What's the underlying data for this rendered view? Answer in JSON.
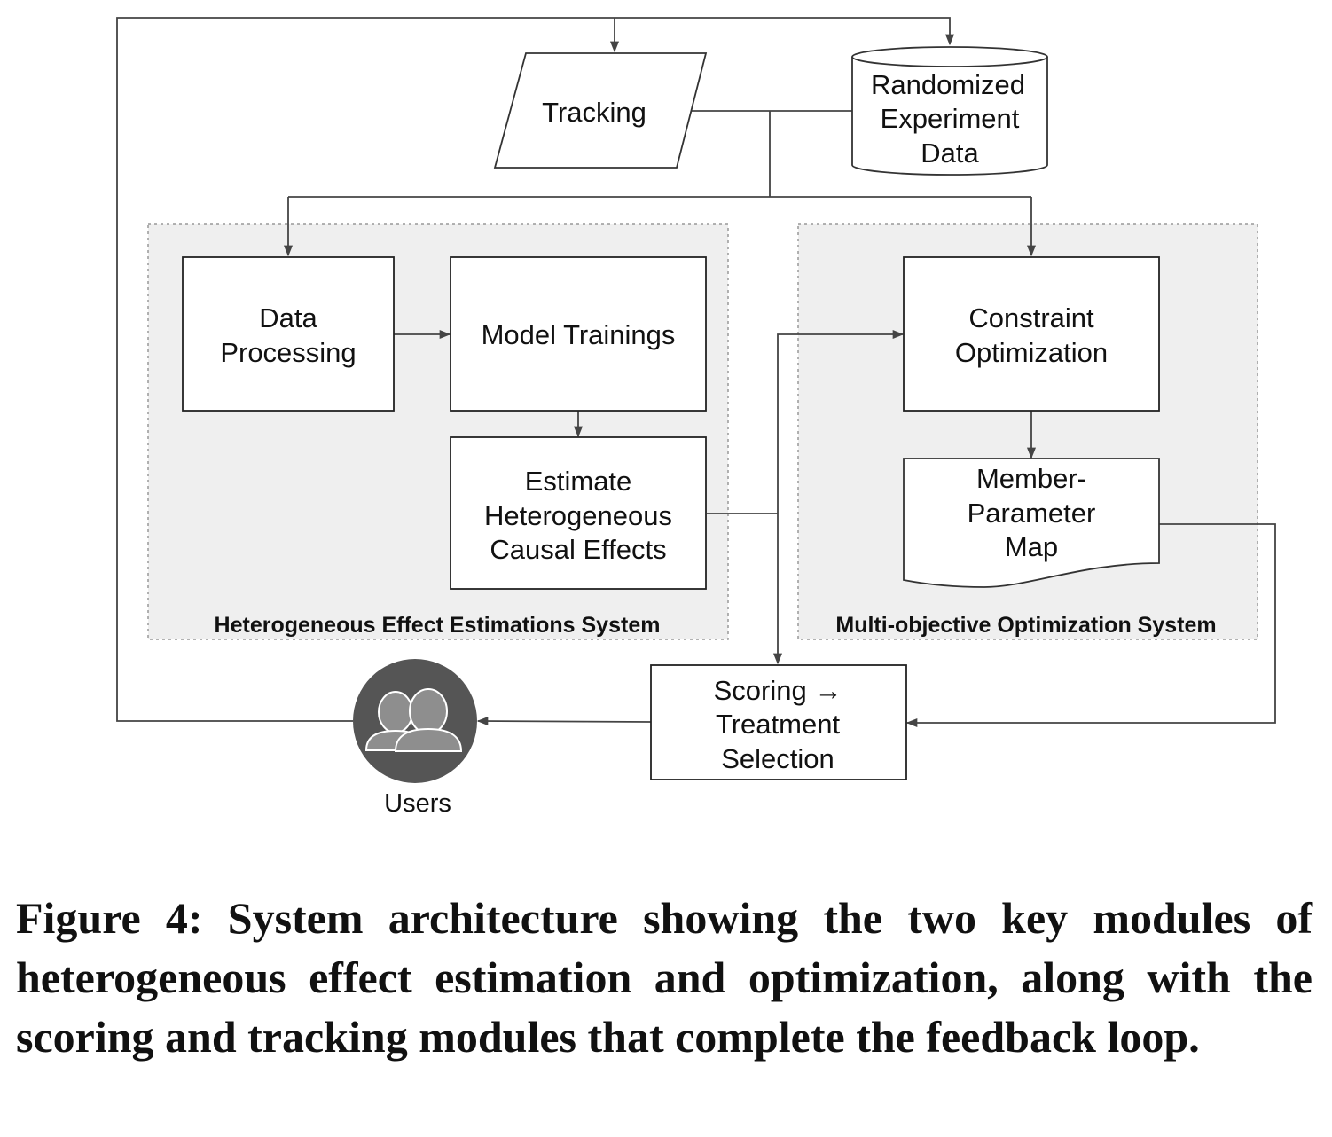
{
  "diagram": {
    "tracking": "Tracking",
    "randomized_data": [
      "Randomized",
      "Experiment",
      "Data"
    ],
    "data_processing": [
      "Data",
      "Processing"
    ],
    "model_trainings": "Model Trainings",
    "estimate_effects": [
      "Estimate",
      "Heterogeneous",
      "Causal Effects"
    ],
    "constraint_optimization": [
      "Constraint",
      "Optimization"
    ],
    "member_parameter_map": [
      "Member-",
      "Parameter",
      "Map"
    ],
    "scoring": [
      "Scoring →",
      "Treatment",
      "Selection"
    ],
    "users": "Users",
    "hee_system_label": "Heterogeneous Effect Estimations System",
    "moo_system_label": "Multi-objective Optimization System"
  },
  "caption": "Figure 4: System architecture showing the two key modules of heterogeneous effect estimation and optimization, along with the scoring and tracking modules that complete the feedback loop.",
  "colors": {
    "stroke": "#333333",
    "panel_fill": "#efefef",
    "users_circle": "#555555"
  }
}
